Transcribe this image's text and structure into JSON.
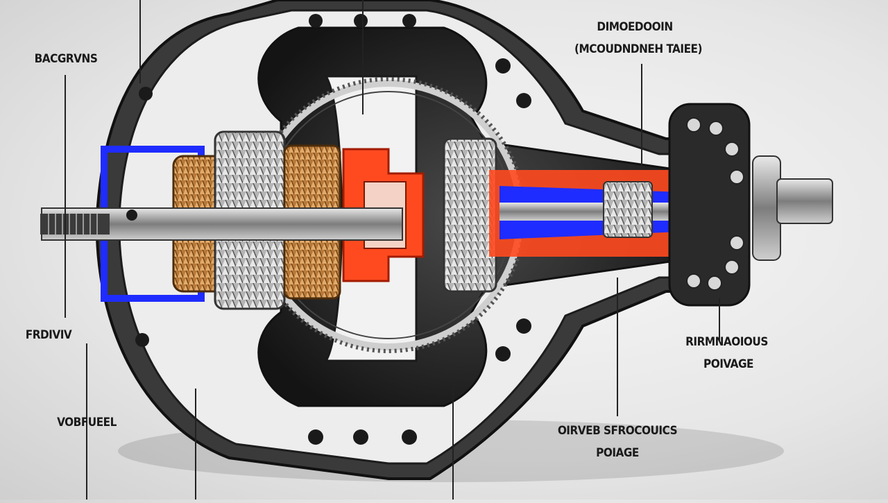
{
  "diagram": {
    "labels": {
      "top_left": "BACGRVNS",
      "top_right_line1": "DIMOEDOOIN",
      "top_right_line2": "(MCOUDNDNEH TAIEE)",
      "left_mid": "FRDIVIV",
      "left_bottom": "VOBFUEEL",
      "right_mid_line1": "RIRMNAOIOUS",
      "right_mid_line2": "POIVAGE",
      "bottom_right_line1": "OIRVEB SFROCOUICS",
      "bottom_right_line2": "POIAGE"
    },
    "colors": {
      "housing": "#f2f2f2",
      "housing_outline": "#1c1c1c",
      "cavity": "#2a2a2a",
      "flow_blue": "#1f2cff",
      "flow_red": "#ff3b1a",
      "copper": "#c98a3a",
      "steel": "#9a9a9a"
    }
  }
}
